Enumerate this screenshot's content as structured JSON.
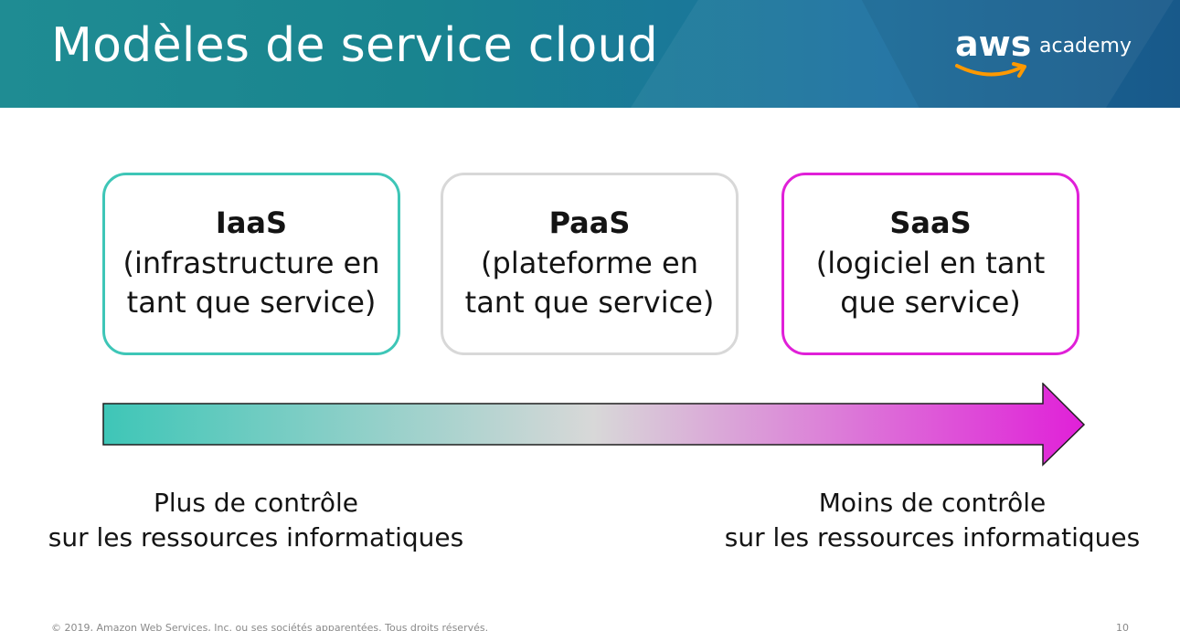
{
  "header": {
    "title": "Modèles de service cloud"
  },
  "logo": {
    "brand": "aws",
    "product": "academy",
    "icon": "aws-smile-icon",
    "accent": "#ff9900"
  },
  "models": [
    {
      "name": "IaaS",
      "description": "(infrastructure en tant que service)",
      "border_color": "#3ec6b7"
    },
    {
      "name": "PaaS",
      "description": "(plateforme en tant que service)",
      "border_color": "#d8d8d8"
    },
    {
      "name": "SaaS",
      "description": "(logiciel en tant que service)",
      "border_color": "#e020d8"
    }
  ],
  "arrow": {
    "start_color": "#3ec6b7",
    "mid_color": "#d8d8d8",
    "end_color": "#e020d8"
  },
  "captions": {
    "left": "Plus de contrôle\nsur les ressources informatiques",
    "right": "Moins de contrôle\nsur les ressources informatiques"
  },
  "footer": {
    "copyright": "© 2019, Amazon Web Services, Inc. ou ses sociétés apparentées. Tous droits réservés.",
    "page_number": "10"
  }
}
